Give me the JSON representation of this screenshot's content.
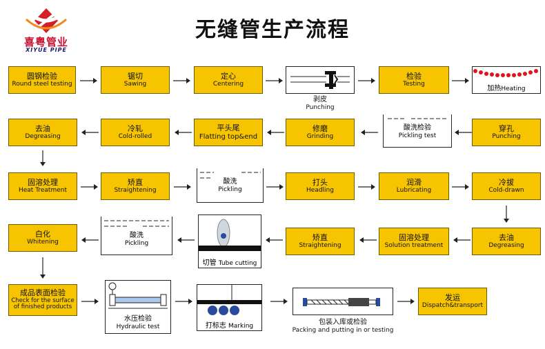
{
  "brand": {
    "name": "喜粤管业",
    "sub": "XIYUE PIPE"
  },
  "title": "无缝管生产流程",
  "steps": {
    "round_steel_testing": {
      "zh": "圆钢检验",
      "en": "Round steel testing"
    },
    "sawing": {
      "zh": "锯切",
      "en": "Sawing"
    },
    "centering": {
      "zh": "定心",
      "en": "Centering"
    },
    "punching": {
      "zh": "剥皮",
      "en": "Punching"
    },
    "testing": {
      "zh": "检验",
      "en": "Testing"
    },
    "heating": {
      "zh": "加热",
      "en": "Heating"
    },
    "piercing": {
      "zh": "穿孔",
      "en": "Punching"
    },
    "pickling_test": {
      "zh": "酸洗检验",
      "en": "Pickling test"
    },
    "grinding": {
      "zh": "修磨",
      "en": "Grinding"
    },
    "flatting": {
      "zh": "平头尾",
      "en": "Flatting top&end"
    },
    "cold_rolled": {
      "zh": "冷轧",
      "en": "Cold-rolled"
    },
    "degreasing_1": {
      "zh": "去油",
      "en": "Degreasing"
    },
    "heat_treatment": {
      "zh": "固溶处理",
      "en": "Heat Treatment"
    },
    "straightening_1": {
      "zh": "矫直",
      "en": "Straightening"
    },
    "pickling_1": {
      "zh": "酸洗",
      "en": "Pickling"
    },
    "headling": {
      "zh": "打头",
      "en": "Headling"
    },
    "lubricating": {
      "zh": "润滑",
      "en": "Lubricating"
    },
    "cold_drawn": {
      "zh": "冷拔",
      "en": "Cold-drawn"
    },
    "degreasing_2": {
      "zh": "去油",
      "en": "Degreasing"
    },
    "solution_treatment": {
      "zh": "固溶处理",
      "en": "Solution treatment"
    },
    "straightening_2": {
      "zh": "矫直",
      "en": "Straightening"
    },
    "tube_cutting": {
      "zh": "切管",
      "en": "Tube cutting"
    },
    "pickling_2": {
      "zh": "酸洗",
      "en": "Pickling"
    },
    "whitening": {
      "zh": "白化",
      "en": "Whitening"
    },
    "surface_check": {
      "zh": "成品表面检验",
      "en": "Check for the surface of finished products"
    },
    "hydraulic_test": {
      "zh": "水压检验",
      "en": "Hydraulic test"
    },
    "marking": {
      "zh": "打标志",
      "en": "Marking"
    },
    "packing": {
      "zh": "包装入库或检验",
      "en": "Packing and putting in or testing"
    },
    "dispatch": {
      "zh": "发运",
      "en": "Dispatch&transport"
    }
  },
  "colors": {
    "box": "#f6c400",
    "border": "#6b5a00",
    "heating_dots": "#e0141e",
    "water": "#a9c8ee",
    "roller": "#2a4aa0"
  }
}
